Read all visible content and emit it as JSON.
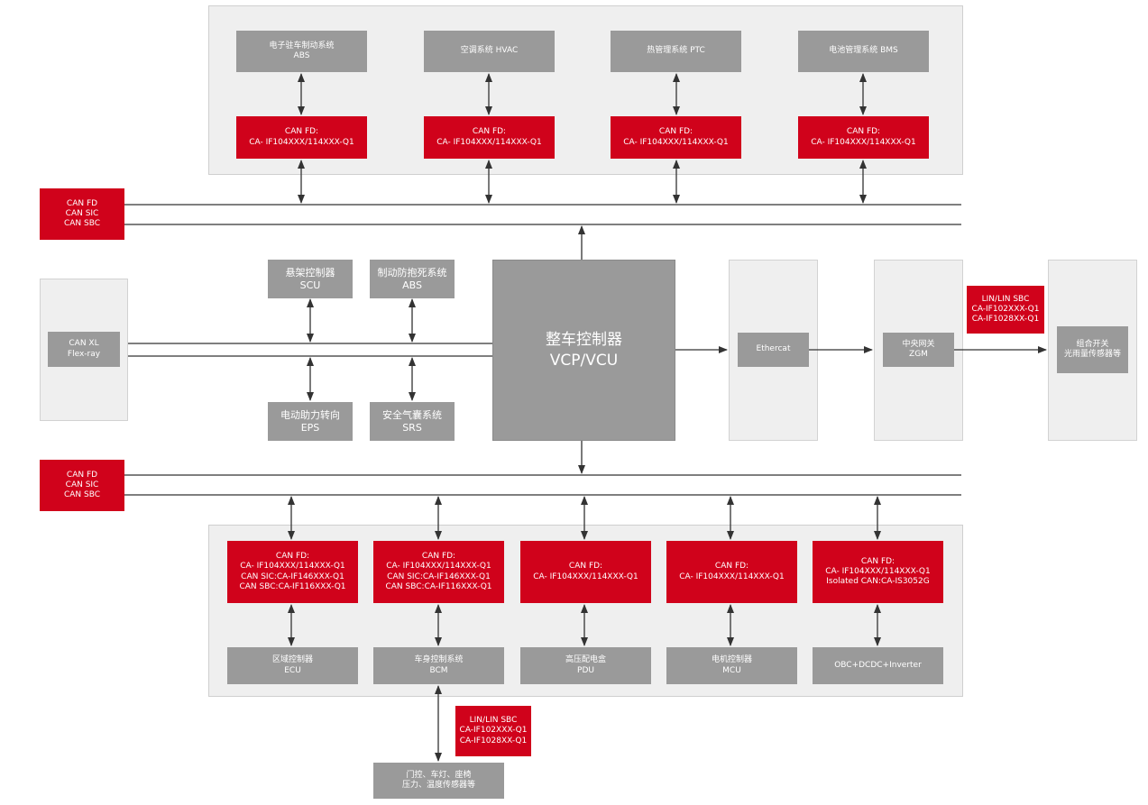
{
  "top_ecus": [
    {
      "name": "电子驻车制动系统",
      "sub": "ABS"
    },
    {
      "name": "空调系统 HVAC",
      "sub": ""
    },
    {
      "name": "热管理系统 PTC",
      "sub": ""
    },
    {
      "name": "电池管理系统 BMS",
      "sub": ""
    }
  ],
  "top_transceivers": [
    {
      "l1": "CAN FD:",
      "l2": "CA- IF104XXX/114XXX-Q1"
    },
    {
      "l1": "CAN FD:",
      "l2": "CA- IF104XXX/114XXX-Q1"
    },
    {
      "l1": "CAN FD:",
      "l2": "CA- IF104XXX/114XXX-Q1"
    },
    {
      "l1": "CAN FD:",
      "l2": "CA- IF104XXX/114XXX-Q1"
    }
  ],
  "bus_label_top": {
    "l1": "CAN FD",
    "l2": "CAN SIC",
    "l3": "CAN SBC"
  },
  "bus_label_bottom": {
    "l1": "CAN FD",
    "l2": "CAN SIC",
    "l3": "CAN SBC"
  },
  "can_xl": {
    "l1": "CAN XL",
    "l2": "Flex-ray"
  },
  "mid_ecus": [
    {
      "name": "悬架控制器",
      "sub": "SCU"
    },
    {
      "name": "制动防抱死系统",
      "sub": "ABS"
    },
    {
      "name": "电动助力转向",
      "sub": "EPS"
    },
    {
      "name": "安全气囊系统",
      "sub": "SRS"
    }
  ],
  "vcu": {
    "l1": "整车控制器",
    "l2": "VCP/VCU"
  },
  "ethercat": {
    "label": "Ethercat"
  },
  "zgm": {
    "l1": "中央网关",
    "l2": "ZGM"
  },
  "lin_right": {
    "l1": "LIN/LIN SBC",
    "l2": "CA-IF102XXX-Q1",
    "l3": "CA-IF1028XX-Q1"
  },
  "combo_switch": {
    "l1": "组合开关",
    "l2": "光雨量传感器等"
  },
  "bottom_transceivers": [
    {
      "l1": "CAN FD:",
      "l2": "CA- IF104XXX/114XXX-Q1",
      "l3": "CAN SIC:CA-IF146XXX-Q1",
      "l4": "CAN SBC:CA-IF116XXX-Q1"
    },
    {
      "l1": "CAN FD:",
      "l2": "CA- IF104XXX/114XXX-Q1",
      "l3": "CAN SIC:CA-IF146XXX-Q1",
      "l4": "CAN SBC:CA-IF116XXX-Q1"
    },
    {
      "l1": "CAN FD:",
      "l2": "CA- IF104XXX/114XXX-Q1",
      "l3": "",
      "l4": ""
    },
    {
      "l1": "CAN FD:",
      "l2": "CA- IF104XXX/114XXX-Q1",
      "l3": "",
      "l4": ""
    },
    {
      "l1": "CAN FD:",
      "l2": "CA- IF104XXX/114XXX-Q1",
      "l3": "Isolated CAN:CA-IS3052G",
      "l4": ""
    }
  ],
  "bottom_ecus": [
    {
      "name": "区域控制器",
      "sub": "ECU"
    },
    {
      "name": "车身控制系统",
      "sub": "BCM"
    },
    {
      "name": "高压配电盒",
      "sub": "PDU"
    },
    {
      "name": "电机控制器",
      "sub": "MCU"
    },
    {
      "name": "OBC+DCDC+Inverter",
      "sub": ""
    }
  ],
  "lin_bottom": {
    "l1": "LIN/LIN SBC",
    "l2": "CA-IF102XXX-Q1",
    "l3": "CA-IF1028XX-Q1"
  },
  "door_module": {
    "l1": "门控、车灯、座椅",
    "l2": "压力、温度传感器等"
  },
  "colors": {
    "accent_red": "#d0021b",
    "module_gray": "#9a9a9a",
    "panel_gray": "#efefef",
    "line": "#333333"
  }
}
